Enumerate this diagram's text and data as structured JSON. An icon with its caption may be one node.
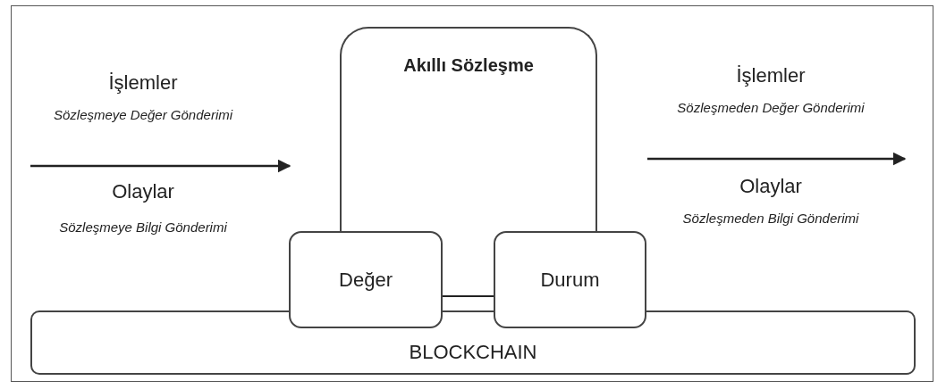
{
  "diagram": {
    "nodes": [
      {
        "text": [
          "Akıllı Sözleşme"
        ]
      },
      {
        "text": [
          "Değer"
        ]
      },
      {
        "text": [
          "Durum"
        ]
      },
      {
        "text": [
          "BLOCKCHAIN"
        ]
      }
    ],
    "edges": [
      {
        "from": null,
        "to": 0,
        "arrow": "to"
      },
      {
        "from": 0,
        "to": null,
        "arrow": "to"
      },
      {
        "from": 1,
        "to": 2,
        "arrow": "none"
      }
    ],
    "labels": [
      "İşlemler",
      "Sözleşmeye Değer Gönderimi",
      "Olaylar",
      "Sözleşmeye Bilgi Gönderimi",
      "İşlemler",
      "Sözleşmeden Değer Gönderimi",
      "Olaylar",
      "Sözleşmeden Bilgi Gönderimi"
    ]
  }
}
